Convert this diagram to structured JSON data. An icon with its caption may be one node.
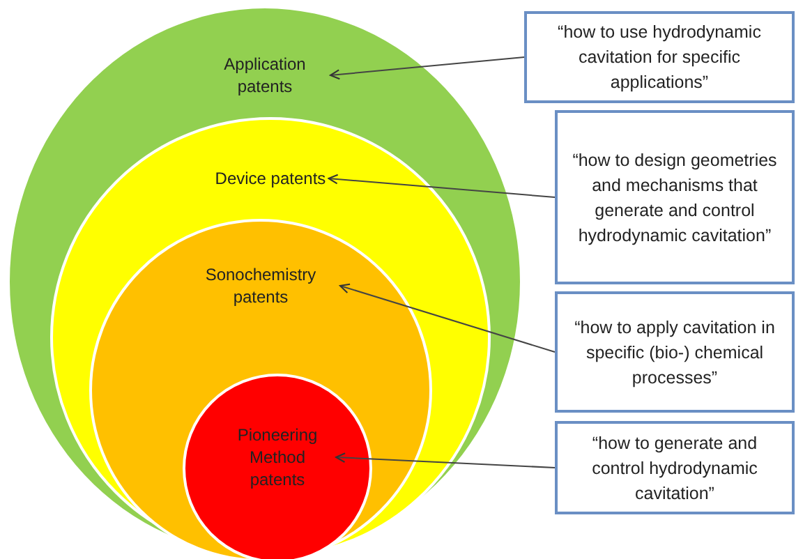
{
  "diagram": {
    "nodes": [
      {
        "text": [
          "Application patents"
        ]
      },
      {
        "text": [
          "“how to use hydrodynamic cavitation for specific applications”"
        ]
      },
      {
        "text": [
          "Device patents"
        ],
        "in": 0
      },
      {
        "text": [
          "“how to design geometries and mechanisms that generate and control hydrodynamic cavitation”"
        ]
      },
      {
        "text": [
          "Sonochemistry patents"
        ],
        "in": 2
      },
      {
        "text": [
          "“how to apply cavitation in specific (bio-) chemical processes”"
        ]
      },
      {
        "text": [
          "Pioneering Method patents"
        ],
        "in": 4
      },
      {
        "text": [
          "“how to generate and control hydrodynamic cavitation”"
        ]
      }
    ],
    "edges": [
      {
        "from": 1,
        "to": 0,
        "arrow": "to"
      },
      {
        "from": 3,
        "to": 2,
        "arrow": "to"
      },
      {
        "from": 5,
        "to": 4,
        "arrow": "to"
      },
      {
        "from": 7,
        "to": 6,
        "arrow": "to"
      }
    ]
  }
}
